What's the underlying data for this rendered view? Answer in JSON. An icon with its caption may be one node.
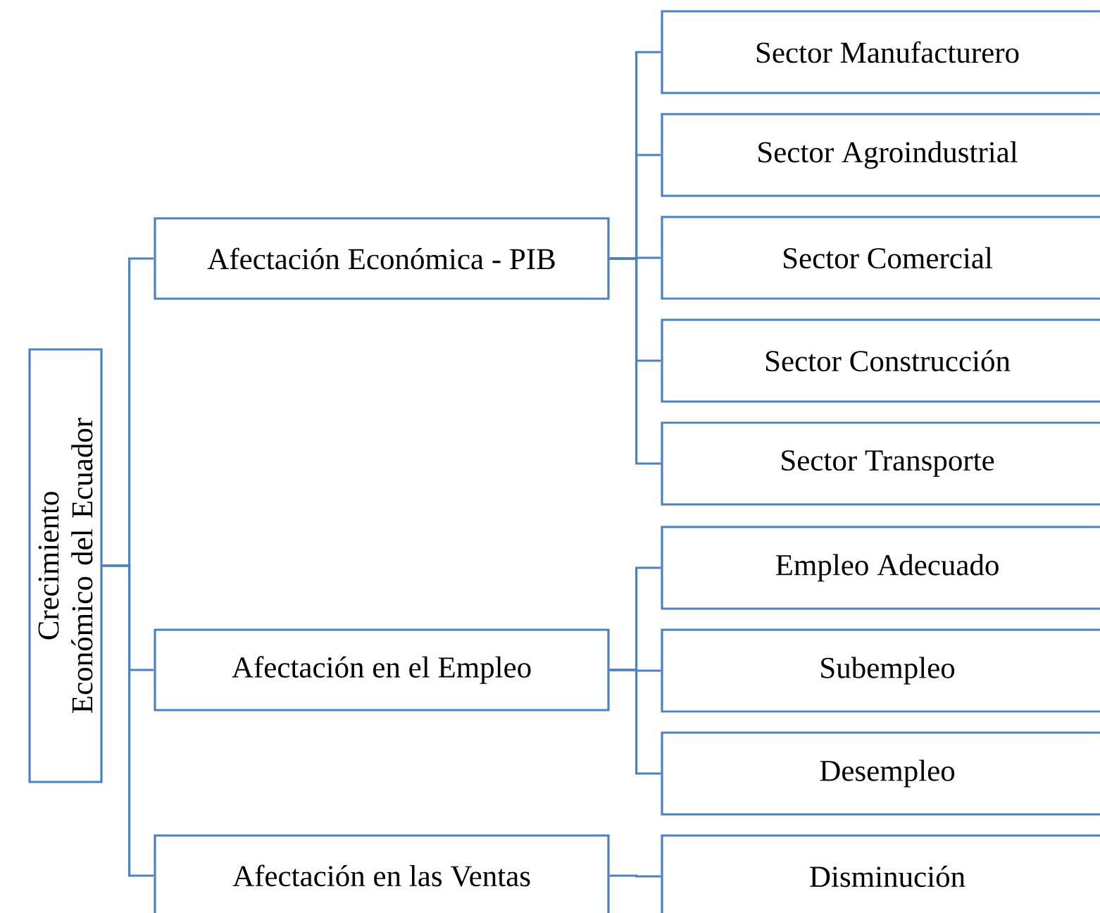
{
  "diagram": {
    "nodes": [
      {
        "text": [
          "Crecimiento Económico del Ecuador"
        ]
      },
      {
        "text": [
          "Afectación Económica - PIB"
        ]
      },
      {
        "text": [
          "Afectación en el Empleo"
        ]
      },
      {
        "text": [
          "Afectación en las Ventas"
        ]
      },
      {
        "text": [
          "Sector Manufacturero"
        ]
      },
      {
        "text": [
          "Sector Agroindustrial"
        ]
      },
      {
        "text": [
          "Sector Comercial"
        ]
      },
      {
        "text": [
          "Sector Construcción"
        ]
      },
      {
        "text": [
          "Sector Transporte"
        ]
      },
      {
        "text": [
          "Empleo Adecuado"
        ]
      },
      {
        "text": [
          "Subempleo"
        ]
      },
      {
        "text": [
          "Desempleo"
        ]
      },
      {
        "text": [
          "Disminución"
        ]
      }
    ],
    "edges": [
      {
        "from": 0,
        "to": 1,
        "arrow": "none"
      },
      {
        "from": 0,
        "to": 2,
        "arrow": "none"
      },
      {
        "from": 0,
        "to": 3,
        "arrow": "none"
      },
      {
        "from": 1,
        "to": 4,
        "arrow": "none"
      },
      {
        "from": 1,
        "to": 5,
        "arrow": "none"
      },
      {
        "from": 1,
        "to": 6,
        "arrow": "none"
      },
      {
        "from": 1,
        "to": 7,
        "arrow": "none"
      },
      {
        "from": 1,
        "to": 8,
        "arrow": "none"
      },
      {
        "from": 2,
        "to": 9,
        "arrow": "none"
      },
      {
        "from": 2,
        "to": 10,
        "arrow": "none"
      },
      {
        "from": 2,
        "to": 11,
        "arrow": "none"
      },
      {
        "from": 3,
        "to": 12,
        "arrow": "none"
      }
    ]
  }
}
